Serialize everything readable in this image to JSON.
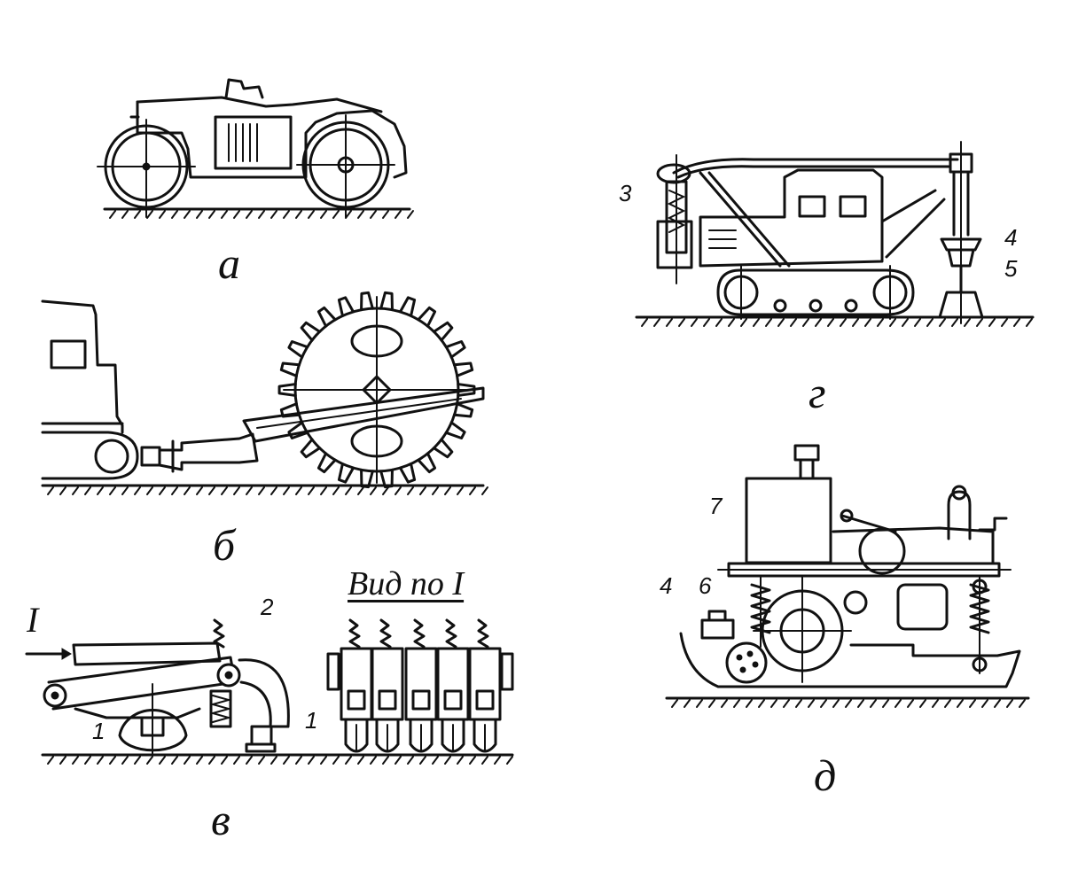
{
  "panels": {
    "a": {
      "label": "а"
    },
    "b": {
      "label": "б"
    },
    "v": {
      "label": "в",
      "view_caption": "Вид по I",
      "arrow_label": "I",
      "callouts": [
        "1",
        "2",
        "1"
      ]
    },
    "g": {
      "label": "г",
      "callouts": [
        "3",
        "4",
        "5"
      ]
    },
    "d": {
      "label": "д",
      "callouts": [
        "7",
        "4",
        "6"
      ]
    }
  },
  "colors": {
    "ink": "#111111",
    "paper": "#ffffff"
  }
}
